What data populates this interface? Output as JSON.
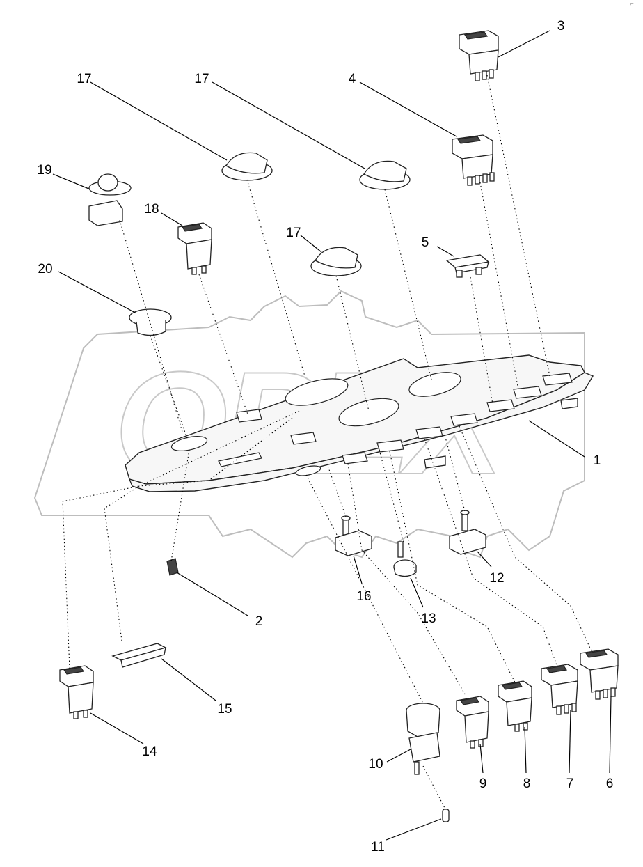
{
  "watermark": "OPEX",
  "corner_mark": "⌐",
  "callouts": {
    "c1": "1",
    "c2": "2",
    "c3": "3",
    "c4": "4",
    "c5": "5",
    "c6": "6",
    "c7": "7",
    "c8": "8",
    "c9": "9",
    "c10": "10",
    "c11": "11",
    "c12": "12",
    "c13": "13",
    "c14": "14",
    "c15": "15",
    "c16": "16",
    "c17a": "17",
    "c17b": "17",
    "c17c": "17",
    "c18": "18",
    "c19": "19",
    "c20": "20"
  },
  "colors": {
    "line": "#000000",
    "watermark": "#bdbdbd",
    "panel": "#f7f7f7"
  }
}
